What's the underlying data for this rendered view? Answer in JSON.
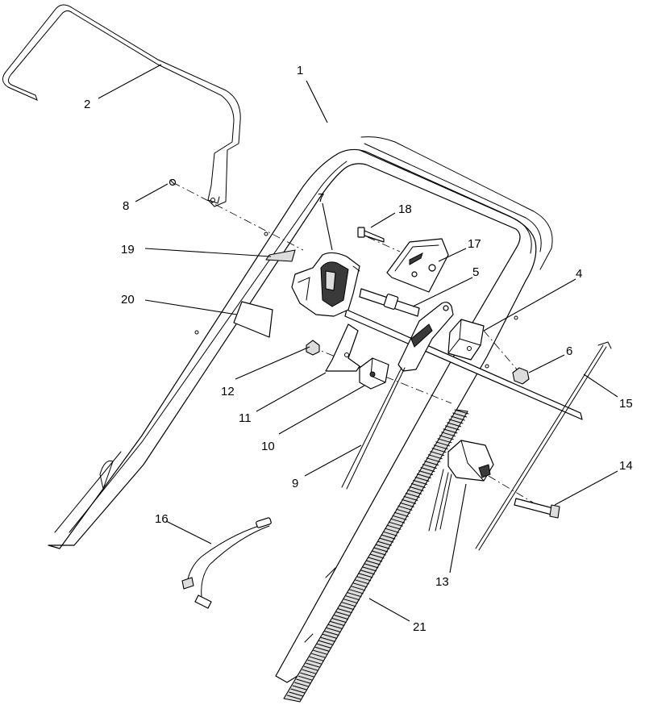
{
  "callouts": [
    {
      "id": "1",
      "label": "1"
    },
    {
      "id": "2",
      "label": "2"
    },
    {
      "id": "4",
      "label": "4"
    },
    {
      "id": "5",
      "label": "5"
    },
    {
      "id": "6",
      "label": "6"
    },
    {
      "id": "7",
      "label": "7"
    },
    {
      "id": "8",
      "label": "8"
    },
    {
      "id": "9",
      "label": "9"
    },
    {
      "id": "10",
      "label": "10"
    },
    {
      "id": "11",
      "label": "11"
    },
    {
      "id": "12",
      "label": "12"
    },
    {
      "id": "13",
      "label": "13"
    },
    {
      "id": "14",
      "label": "14"
    },
    {
      "id": "15",
      "label": "15"
    },
    {
      "id": "16",
      "label": "16"
    },
    {
      "id": "17",
      "label": "17"
    },
    {
      "id": "18",
      "label": "18"
    },
    {
      "id": "19",
      "label": "19"
    },
    {
      "id": "20",
      "label": "20"
    },
    {
      "id": "21",
      "label": "21"
    }
  ]
}
